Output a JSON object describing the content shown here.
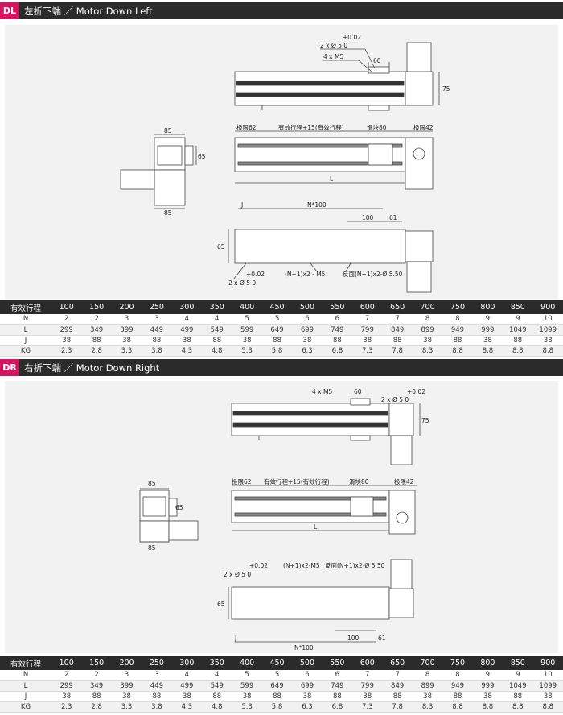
{
  "sections": [
    {
      "tag": "DL",
      "title": "左折下端  ／  Motor Down Left",
      "labels": {
        "top_tol": "+0.02",
        "top_hole": "2 x Ø 5   0",
        "top_m5": "4 x M5",
        "top_60": "60",
        "top_75": "75",
        "side_85_top": "85",
        "side_65": "65",
        "side_85_bottom": "85",
        "lim62": "极限62",
        "stroke": "有效行程+15(有效行程)",
        "slider80": "滑块80",
        "lim42": "极限42",
        "L": "L",
        "J": "J",
        "N100": "N*100",
        "b100": "100",
        "b61": "61",
        "b65": "65",
        "btol": "+0.02",
        "bhole": "2 x Ø 5   0",
        "bm5": "(N+1)x2 - M5",
        "bback": "反面(N+1)x2-Ø 5.50"
      }
    },
    {
      "tag": "DR",
      "title": "右折下端  ／  Motor Down Right",
      "labels": {
        "top_tol": "+0.02",
        "top_hole": "2 x Ø 5   0",
        "top_m5": "4 x  M5",
        "top_60": "60",
        "top_75": "75",
        "side_85_top": "85",
        "side_65": "65",
        "side_85_bottom": "85",
        "lim62": "极限62",
        "stroke": "有效行程+15(有效行程)",
        "slider80": "滑块80",
        "lim42": "极限42",
        "L": "L",
        "J": "J",
        "N100": "N*100",
        "b100": "100",
        "b61": "61",
        "b65": "65",
        "btol": "+0.02",
        "bhole": "2 x Ø 5   0",
        "bm5": "(N+1)x2-M5",
        "bback": "反面(N+1)x2-Ø 5.50"
      }
    }
  ],
  "table": {
    "header": [
      "有效行程",
      "100",
      "150",
      "200",
      "250",
      "300",
      "350",
      "400",
      "450",
      "500",
      "550",
      "600",
      "650",
      "700",
      "750",
      "800",
      "850",
      "900"
    ],
    "rows": [
      [
        "N",
        "2",
        "2",
        "3",
        "3",
        "4",
        "4",
        "5",
        "5",
        "6",
        "6",
        "7",
        "7",
        "8",
        "8",
        "9",
        "9",
        "10"
      ],
      [
        "L",
        "299",
        "349",
        "399",
        "449",
        "499",
        "549",
        "599",
        "649",
        "699",
        "749",
        "799",
        "849",
        "899",
        "949",
        "999",
        "1049",
        "1099"
      ],
      [
        "J",
        "38",
        "88",
        "38",
        "88",
        "38",
        "88",
        "38",
        "88",
        "38",
        "88",
        "38",
        "88",
        "38",
        "88",
        "38",
        "88",
        "38"
      ],
      [
        "KG",
        "2.3",
        "2.8",
        "3.3",
        "3.8",
        "4.3",
        "4.8",
        "5.3",
        "5.8",
        "6.3",
        "6.8",
        "7.3",
        "7.8",
        "8.3",
        "8.8",
        "8.8",
        "8.8",
        "8.8"
      ]
    ]
  },
  "colors": {
    "accent": "#d6145f",
    "header_bg": "#2b2b2b",
    "panel_bg": "#f2f2f2"
  }
}
